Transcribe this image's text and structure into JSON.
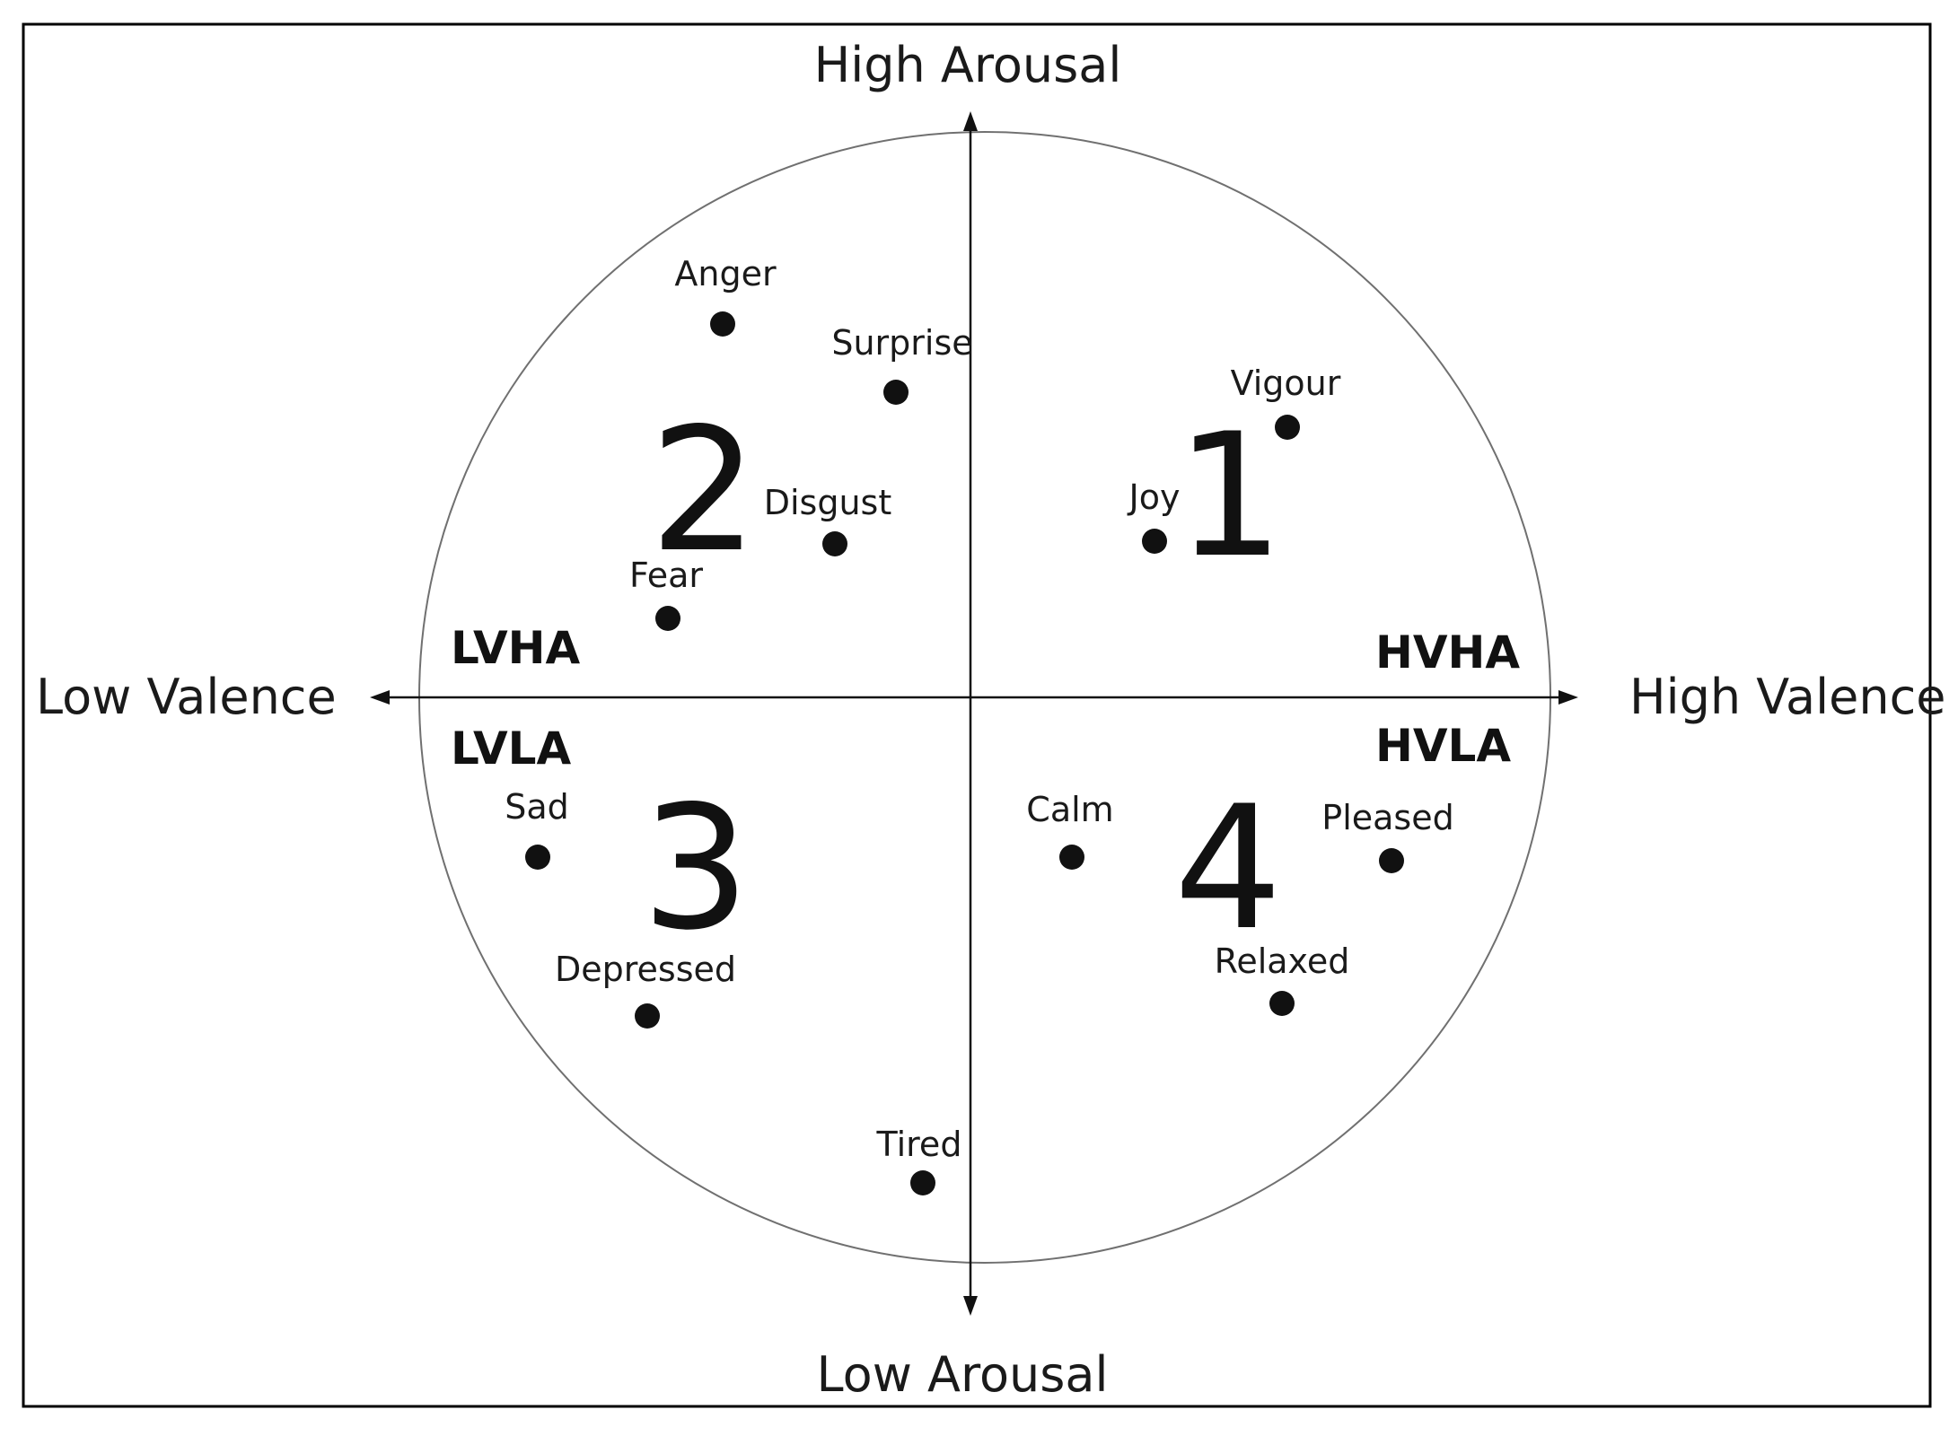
{
  "axes": {
    "high_arousal": "High Arousal",
    "low_arousal": "Low Arousal",
    "low_valence": "Low Valence",
    "high_valence": "High Valence"
  },
  "quadrant_codes": {
    "lvha": "LVHA",
    "hvha": "HVHA",
    "lvla": "LVLA",
    "hvla": "HVLA"
  },
  "quadrant_numbers": {
    "q1": "1",
    "q2": "2",
    "q3": "3",
    "q4": "4"
  },
  "emotions": [
    {
      "key": "anger",
      "label": "Anger"
    },
    {
      "key": "surprise",
      "label": "Surprise"
    },
    {
      "key": "disgust",
      "label": "Disgust"
    },
    {
      "key": "fear",
      "label": "Fear"
    },
    {
      "key": "vigour",
      "label": "Vigour"
    },
    {
      "key": "joy",
      "label": "Joy"
    },
    {
      "key": "sad",
      "label": "Sad"
    },
    {
      "key": "depressed",
      "label": "Depressed"
    },
    {
      "key": "tired",
      "label": "Tired"
    },
    {
      "key": "calm",
      "label": "Calm"
    },
    {
      "key": "pleased",
      "label": "Pleased"
    },
    {
      "key": "relaxed",
      "label": "Relaxed"
    }
  ],
  "colors": {
    "ink": "#111111",
    "circle": "#707070",
    "frame": "#000000"
  }
}
